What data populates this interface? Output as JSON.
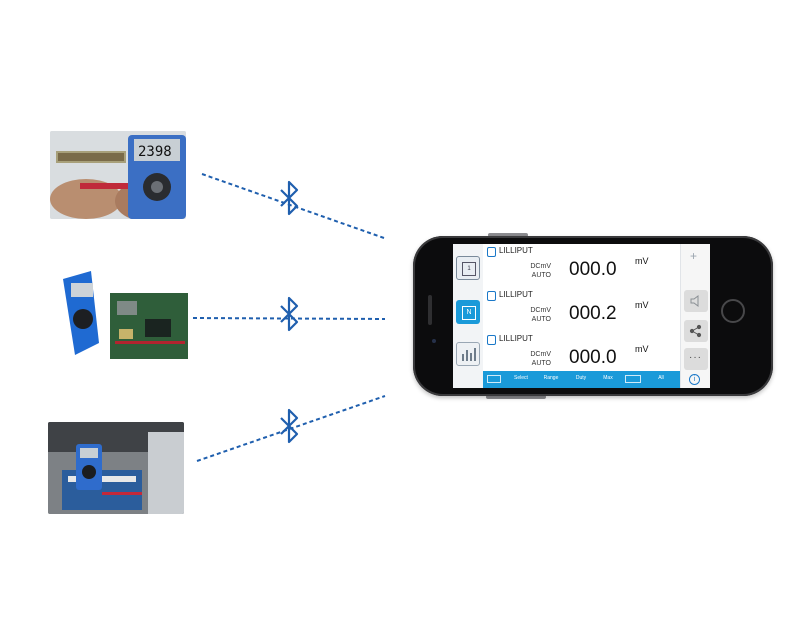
{
  "screen": {
    "channels": [
      {
        "name": "LILLIPUT",
        "function": "DCmV",
        "range": "AUTO",
        "value": "000.0",
        "unit": "mV"
      },
      {
        "name": "LILLIPUT",
        "function": "DCmV",
        "range": "AUTO",
        "value": "000.2",
        "unit": "mV"
      },
      {
        "name": "LILLIPUT",
        "function": "DCmV",
        "range": "AUTO",
        "value": "000.0",
        "unit": "mV"
      }
    ],
    "toolbar": [
      "Select",
      "Range",
      "Duty",
      "Max",
      "All"
    ],
    "meter_display": "2398"
  },
  "colors": {
    "bluetooth": "#1f5fae",
    "toolbar": "#1a9ad9"
  },
  "icons": [
    "bluetooth-icon",
    "plus-icon",
    "speaker-icon",
    "share-icon",
    "more-icon",
    "info-icon",
    "chart-icon"
  ]
}
